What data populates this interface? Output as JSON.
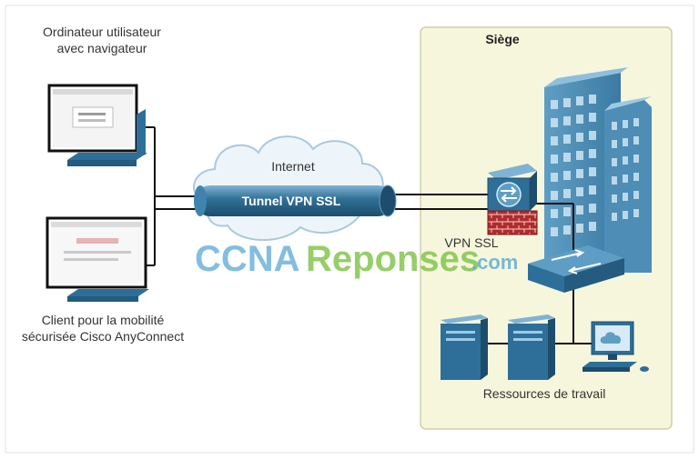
{
  "labels": {
    "user_computer_line1": "Ordinateur utilisateur",
    "user_computer_line2": "avec navigateur",
    "mobility_client_line1": "Client pour la mobilité",
    "mobility_client_line2": "sécurisée Cisco AnyConnect",
    "internet": "Internet",
    "tunnel": "Tunnel VPN SSL",
    "headquarters": "Siège",
    "vpn_ssl": "VPN SSL",
    "work_resources": "Ressources de travail"
  },
  "watermark": {
    "part1": "CCNA",
    "part2": "Reponses",
    "part3": ".com"
  },
  "colors": {
    "device_blue": "#2e6f99",
    "headquarters_bg": "#f6f6dd",
    "tunnel_blue": "#2f6f95",
    "cloud_fill": "#eef5fa",
    "firewall_red": "#b22b2b"
  },
  "icons": [
    "laptop-icon",
    "tablet-icon",
    "cloud-icon",
    "firewall-icon",
    "switch-icon",
    "building-icon",
    "server-icon",
    "workstation-icon"
  ]
}
